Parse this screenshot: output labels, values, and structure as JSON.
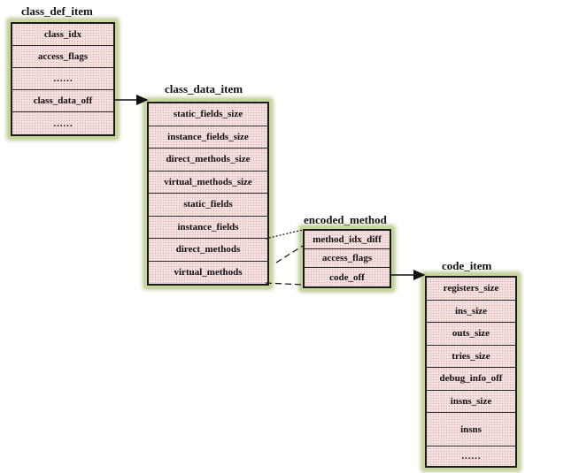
{
  "class_def_item": {
    "title": "class_def_item",
    "fields": [
      "class_idx",
      "access_flags",
      "……",
      "class_data_off",
      "……"
    ]
  },
  "class_data_item": {
    "title": "class_data_item",
    "fields": [
      "static_fields_size",
      "instance_fields_size",
      "direct_methods_size",
      "virtual_methods_size",
      "static_fields",
      "instance_fields",
      "direct_methods",
      "virtual_methods"
    ]
  },
  "encoded_method": {
    "title": "encoded_method",
    "fields": [
      "method_idx_diff",
      "access_flags",
      "code_off"
    ]
  },
  "code_item": {
    "title": "code_item",
    "fields": [
      "registers_size",
      "ins_size",
      "outs_size",
      "tries_size",
      "debug_info_off",
      "insns_size",
      "insns",
      "……"
    ]
  },
  "connections": [
    {
      "from": "class_def_item.class_data_off",
      "to": "class_data_item",
      "style": "arrow"
    },
    {
      "from": "class_data_item.direct_methods",
      "to": "encoded_method",
      "style": "dashed-bracket"
    },
    {
      "from": "class_data_item.virtual_methods",
      "to": "encoded_method",
      "style": "dashed-bracket"
    },
    {
      "from": "encoded_method.code_off",
      "to": "code_item",
      "style": "arrow"
    }
  ],
  "colors": {
    "cell_fill": "#f4dede",
    "box_border": "#1a1a1a",
    "box_glow": "#c6d79b",
    "arrow": "#111111"
  }
}
